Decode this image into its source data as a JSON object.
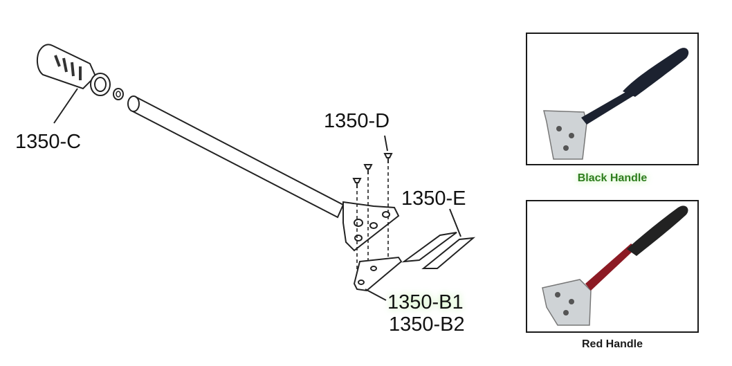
{
  "parts": {
    "handle_grip": "1350-C",
    "screws": "1350-D",
    "blades": "1350-E",
    "holder_b1": "1350-B1",
    "holder_b2": "1350-B2"
  },
  "photos": {
    "black": {
      "caption": "Black Handle",
      "caption_color": "#2e7d1e"
    },
    "red": {
      "caption": "Red Handle",
      "caption_color": "#1a1a1a"
    }
  },
  "colors": {
    "highlight": "#c8f5b0",
    "black_handle": "#1c2230",
    "red_handle": "#8c1a24",
    "steel": "#cfd3d6"
  }
}
